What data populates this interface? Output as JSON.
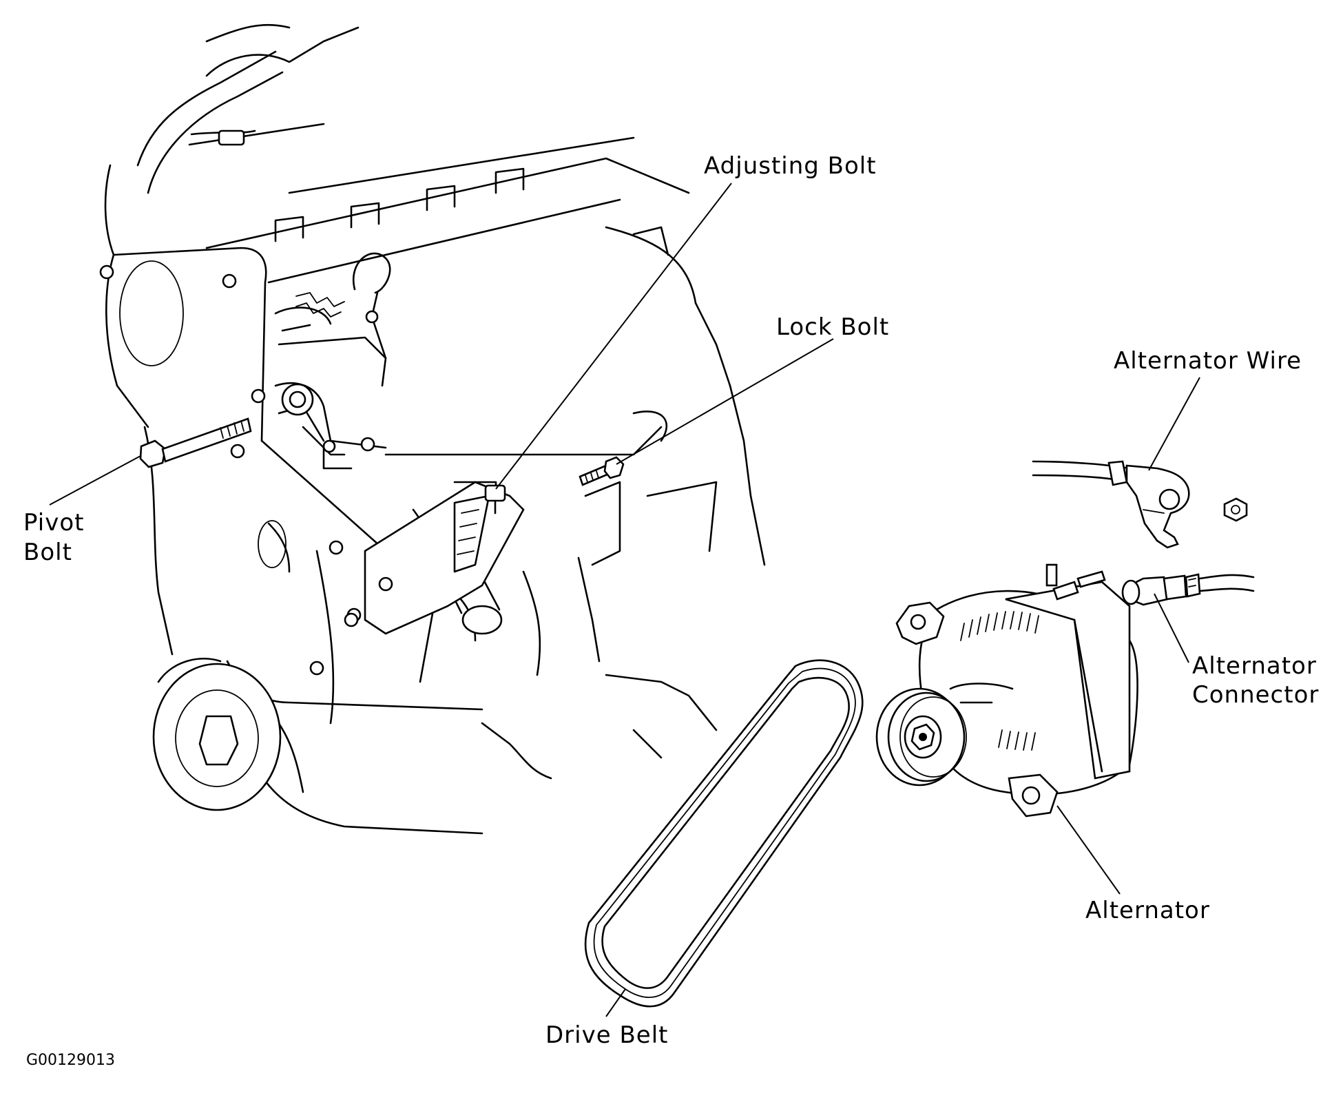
{
  "labels": {
    "adjusting_bolt": "Adjusting Bolt",
    "lock_bolt": "Lock Bolt",
    "alternator_wire": "Alternator Wire",
    "pivot_bolt_line1": "Pivot",
    "pivot_bolt_line2": "Bolt",
    "alternator_connector_line1": "Alternator",
    "alternator_connector_line2": "Connector",
    "alternator": "Alternator",
    "drive_belt": "Drive Belt"
  },
  "figure_id": "G00129013",
  "icons": [
    "engine-block-illustration",
    "alternator-illustration",
    "drive-belt-illustration",
    "bolt-illustration",
    "wire-illustration",
    "connector-illustration"
  ]
}
